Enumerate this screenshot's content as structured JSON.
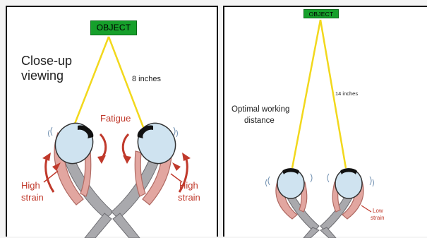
{
  "left_panel": {
    "object_label": "OBJECT",
    "heading_line1": "Close-up",
    "heading_line2": "viewing",
    "distance_label": "8 inches",
    "fatigue_label": "Fatigue",
    "strain_left_line1": "High",
    "strain_left_line2": "strain",
    "strain_right_line1": "High",
    "strain_right_line2": "strain"
  },
  "right_panel": {
    "object_label": "OBJECT",
    "heading_line1": "Optimal working",
    "heading_line2": "distance",
    "distance_label": "14 inches",
    "strain_line1": "Low",
    "strain_line2": "strain"
  },
  "colors": {
    "sight_line": "#f2d81c",
    "object_box": "#16a02b",
    "muscle": "#e2a6a0",
    "nerve": "#a9a9ad",
    "eyeball": "#cfe3f0",
    "arrow_red": "#c0392b",
    "motion_blue": "#6f8fb0"
  }
}
